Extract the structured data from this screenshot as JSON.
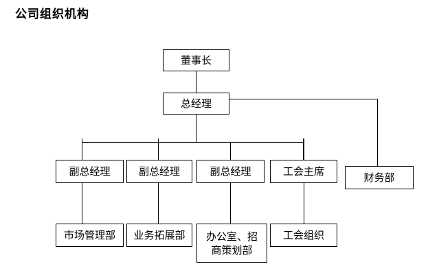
{
  "title": "公司组织机构",
  "nodes": {
    "chairman": "董事长",
    "general_manager": "总经理",
    "vp_1": "副总经理",
    "vp_2": "副总经理",
    "vp_3": "副总经理",
    "union_chair": "工会主席",
    "finance": "财务部",
    "marketing": "市场管理部",
    "business_dev": "业务拓展部",
    "office_recruit": "办公室、招\n商策划部",
    "union_org": "工会组织"
  }
}
